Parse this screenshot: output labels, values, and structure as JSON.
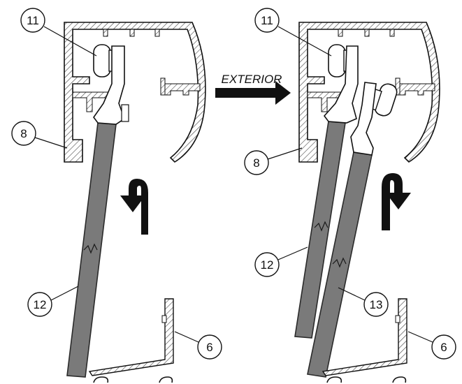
{
  "colors": {
    "line": "#111111",
    "panel": "#7a7a7a",
    "panel_edge": "#2a2a2a",
    "hatch": "#444444",
    "background": "#ffffff"
  },
  "callouts": {
    "left": {
      "c11": "11",
      "c8": "8",
      "c12": "12",
      "c6": "6"
    },
    "right": {
      "c11": "11",
      "c8": "8",
      "c12": "12",
      "c13": "13",
      "c6": "6"
    }
  },
  "direction_label": "EXTERIOR",
  "icons": {
    "left_rotation": "u-turn-arrow-icon",
    "right_rotation": "u-turn-arrow-icon",
    "direction": "right-arrow-icon"
  }
}
